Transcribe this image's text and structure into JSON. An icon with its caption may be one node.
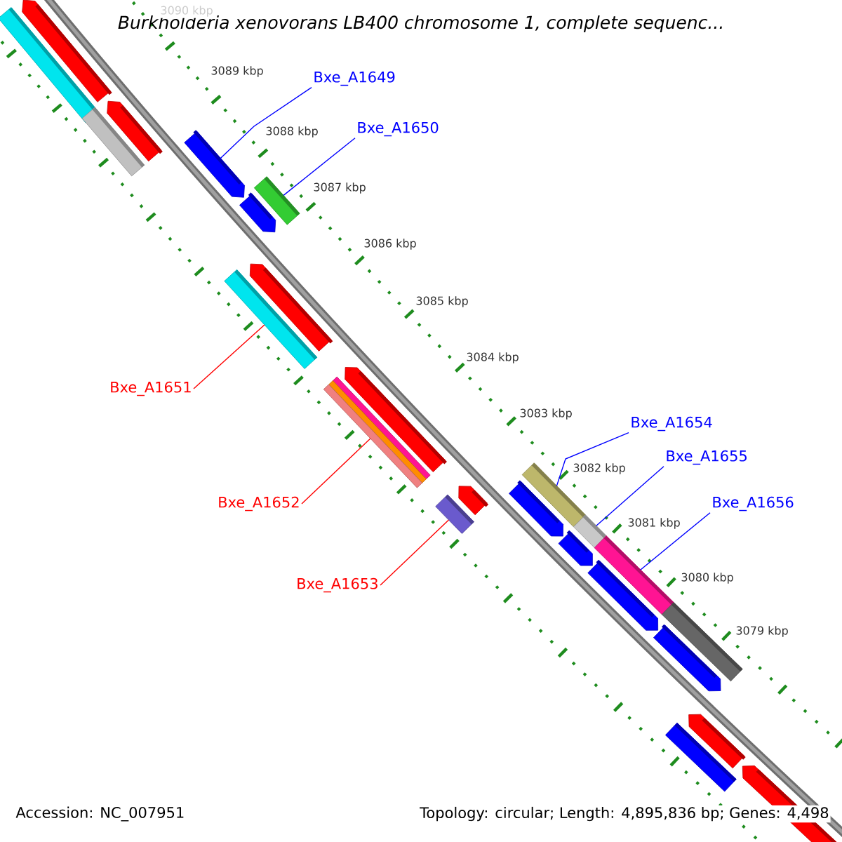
{
  "diagram": {
    "title": "Burkholderia xenovorans LB400 chromosome 1, complete sequenc...",
    "nodes": [
      {
        "text": [
          "Bxe_A1649"
        ]
      },
      {
        "text": [
          "Bxe_A1650"
        ]
      },
      {
        "text": [
          "Bxe_A1651"
        ]
      },
      {
        "text": [
          "Bxe_A1652"
        ]
      },
      {
        "text": [
          "Bxe_A1653"
        ]
      },
      {
        "text": [
          "Bxe_A1654"
        ]
      },
      {
        "text": [
          "Bxe_A1655"
        ]
      },
      {
        "text": [
          "Bxe_A1656"
        ]
      },
      {
        "text": [],
        "shape": "arrow"
      },
      {
        "text": [],
        "shape": "bar"
      },
      {
        "text": [],
        "shape": "bar"
      },
      {
        "text": [],
        "shape": "arrow"
      },
      {
        "text": [],
        "shape": "arrow"
      },
      {
        "text": [],
        "shape": "arrow"
      },
      {
        "text": [],
        "shape": "bar"
      },
      {
        "text": [],
        "shape": "bar"
      },
      {
        "text": [],
        "shape": "arrow"
      },
      {
        "text": [],
        "shape": "bar"
      },
      {
        "text": [],
        "shape": "bar"
      },
      {
        "text": [],
        "shape": "bar"
      },
      {
        "text": [],
        "shape": "arrow"
      },
      {
        "text": [],
        "shape": "bar"
      },
      {
        "text": [],
        "shape": "arrow"
      },
      {
        "text": [],
        "shape": "arrow"
      },
      {
        "text": [],
        "shape": "bar"
      },
      {
        "text": [],
        "shape": "arrow"
      },
      {
        "text": [],
        "shape": "bar"
      },
      {
        "text": [],
        "shape": "arrow"
      },
      {
        "text": [],
        "shape": "bar"
      },
      {
        "text": [],
        "shape": "arrow"
      },
      {
        "text": [],
        "shape": "bar"
      },
      {
        "text": [],
        "shape": "bar"
      },
      {
        "text": [],
        "shape": "arrow"
      },
      {
        "text": [],
        "shape": "arrow"
      }
    ],
    "edges": [
      {
        "from": 0,
        "to": 12,
        "arrow": "none"
      },
      {
        "from": 1,
        "to": 14,
        "arrow": "none"
      },
      {
        "from": 2,
        "to": 15,
        "arrow": "none",
        "color": "#ff0000"
      },
      {
        "from": 3,
        "to": 19,
        "arrow": "none",
        "color": "#ff0000"
      },
      {
        "from": 4,
        "to": 21,
        "arrow": "none",
        "color": "#ff0000"
      },
      {
        "from": 5,
        "to": 24,
        "arrow": "none"
      },
      {
        "from": 6,
        "to": 26,
        "arrow": "none"
      },
      {
        "from": 7,
        "to": 28,
        "arrow": "none"
      }
    ],
    "labels": [
      "3090 kbp",
      "3089 kbp",
      "3088 kbp",
      "3087 kbp",
      "3086 kbp",
      "3085 kbp",
      "3084 kbp",
      "3083 kbp",
      "3082 kbp",
      "3081 kbp",
      "3080 kbp",
      "3079 kbp",
      "Accession: NC_007951",
      "Topology: circular; Length: 4,895,836 bp; Genes: 4,498"
    ]
  }
}
